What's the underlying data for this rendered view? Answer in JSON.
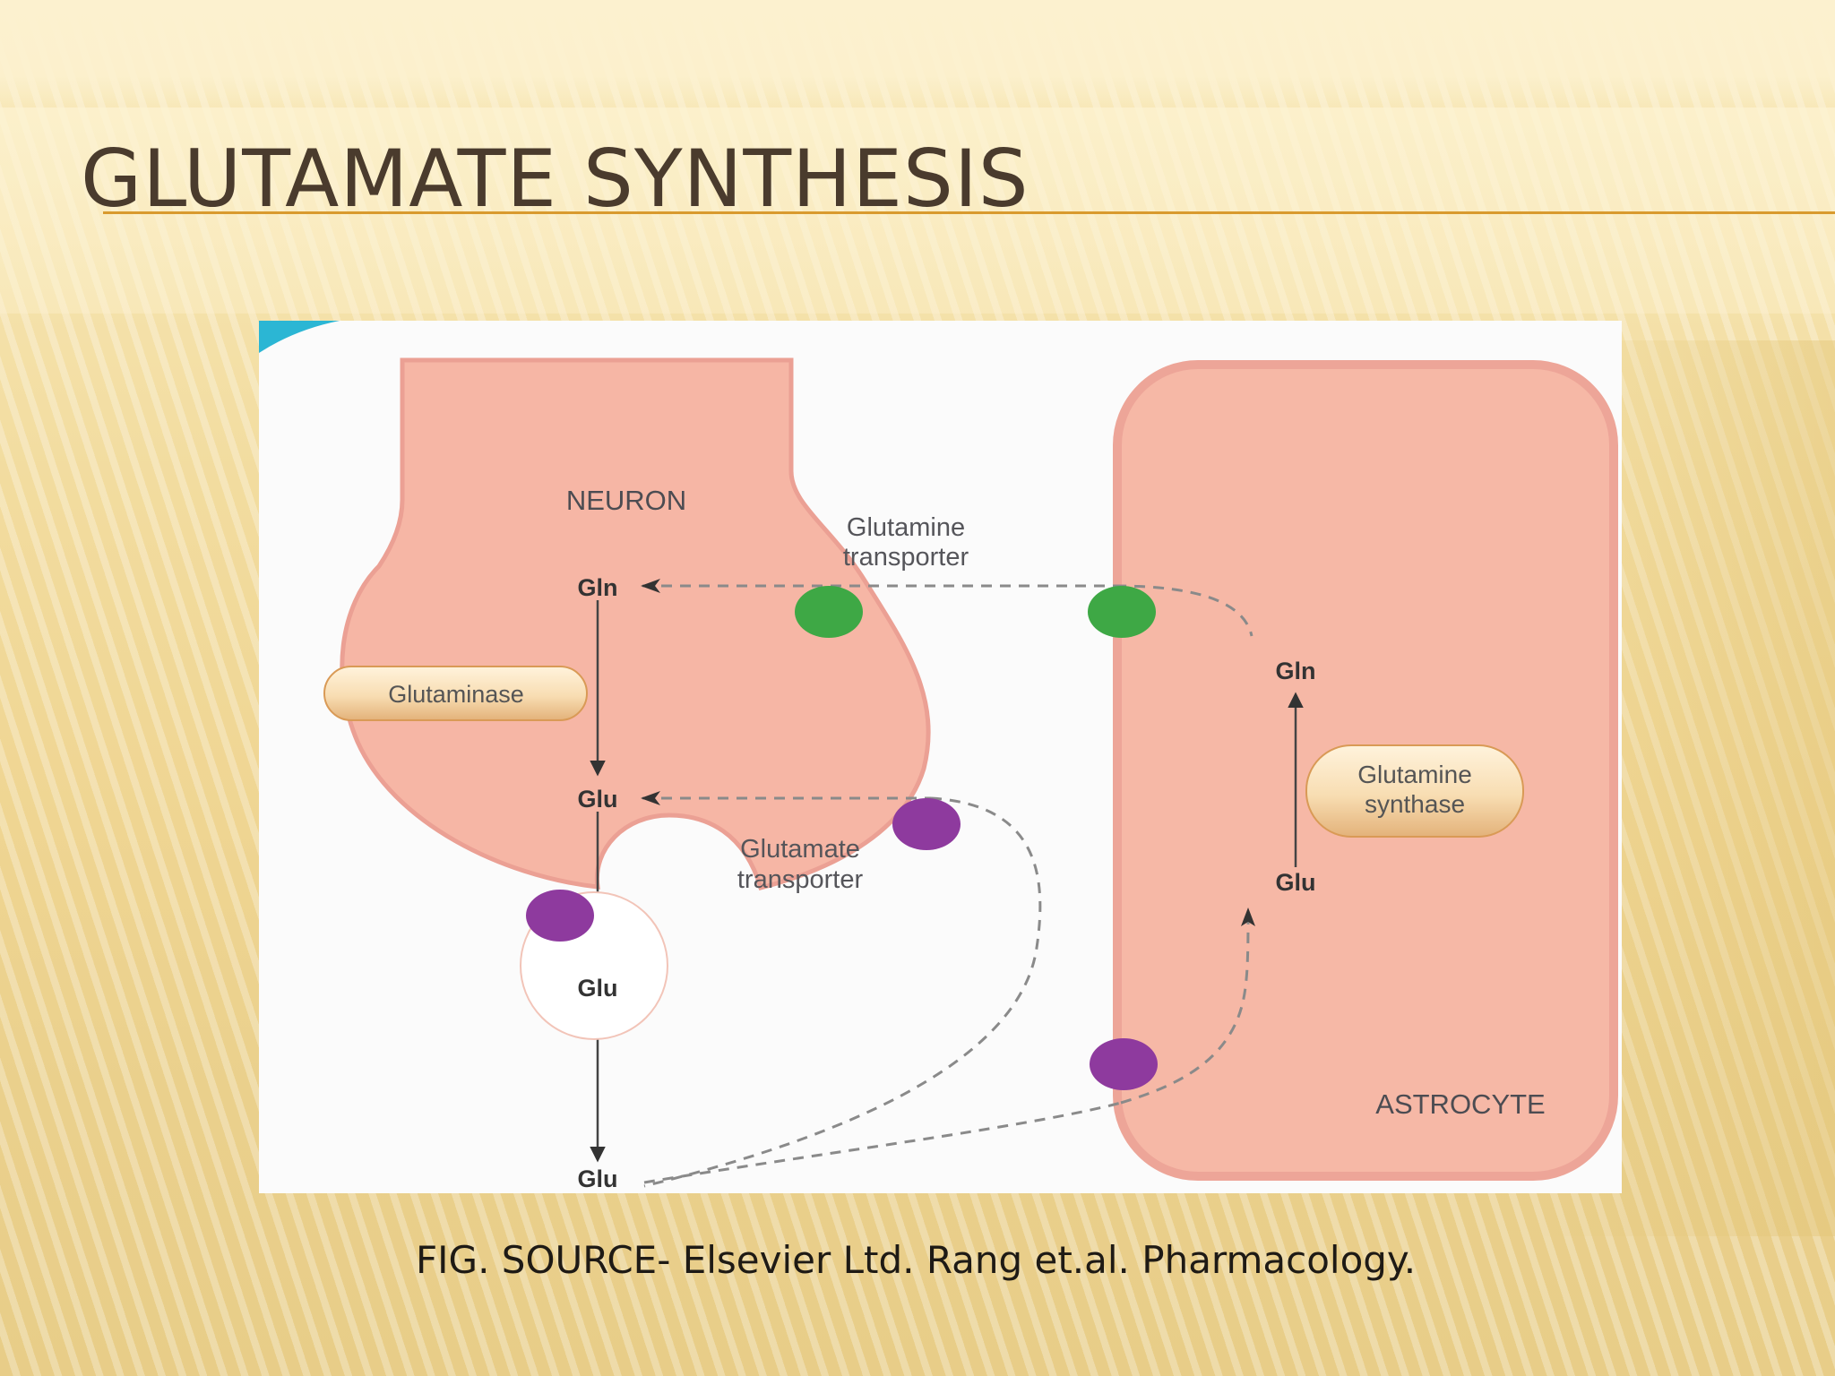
{
  "slide": {
    "title": "GLUTAMATE SYNTHESIS",
    "caption": "FIG. SOURCE- Elsevier Ltd. Rang et.al. Pharmacology."
  },
  "diagram": {
    "neuron": {
      "label": "NEURON",
      "gln": "Gln",
      "glu_mid": "Glu",
      "glu_vesicle": "Glu",
      "glu_cleft": "Glu",
      "enzyme": "Glutaminase"
    },
    "astrocyte": {
      "label": "ASTROCYTE",
      "gln": "Gln",
      "glu": "Glu",
      "enzyme_line1": "Glutamine",
      "enzyme_line2": "synthase"
    },
    "transporters": {
      "glutamine_line1": "Glutamine",
      "glutamine_line2": "transporter",
      "glutamate_line1": "Glutamate",
      "glutamate_line2": "transporter"
    },
    "colors": {
      "neuron_fill": "#f6b6a5",
      "cell_outline": "#eba094",
      "astrocyte_fill": "#f6b8a6",
      "glutamine_transporter": "#3ea845",
      "glutamate_transporter": "#8e3a9e",
      "enzyme_pill": "#f8dcb0",
      "accent_rule": "#d99a2e",
      "title_text": "#4a3b2d"
    }
  }
}
